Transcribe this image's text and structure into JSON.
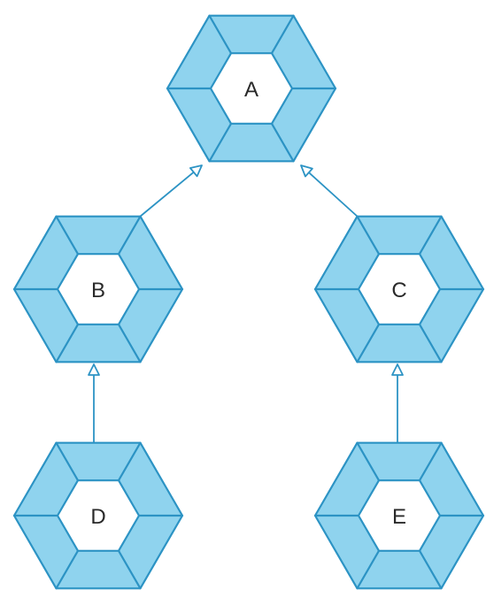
{
  "diagram": {
    "type": "inheritance-hierarchy",
    "colors": {
      "hex_fill": "#8fd3ee",
      "hex_stroke": "#2c93c4",
      "inner_fill": "#ffffff",
      "text": "#2a2a2a"
    },
    "nodes": [
      {
        "id": "A",
        "label": "A"
      },
      {
        "id": "B",
        "label": "B"
      },
      {
        "id": "C",
        "label": "C"
      },
      {
        "id": "D",
        "label": "D"
      },
      {
        "id": "E",
        "label": "E"
      }
    ],
    "edges": [
      {
        "from": "B",
        "to": "A",
        "arrow": "hollow-triangle"
      },
      {
        "from": "C",
        "to": "A",
        "arrow": "hollow-triangle"
      },
      {
        "from": "D",
        "to": "B",
        "arrow": "hollow-triangle"
      },
      {
        "from": "E",
        "to": "C",
        "arrow": "hollow-triangle"
      }
    ]
  }
}
